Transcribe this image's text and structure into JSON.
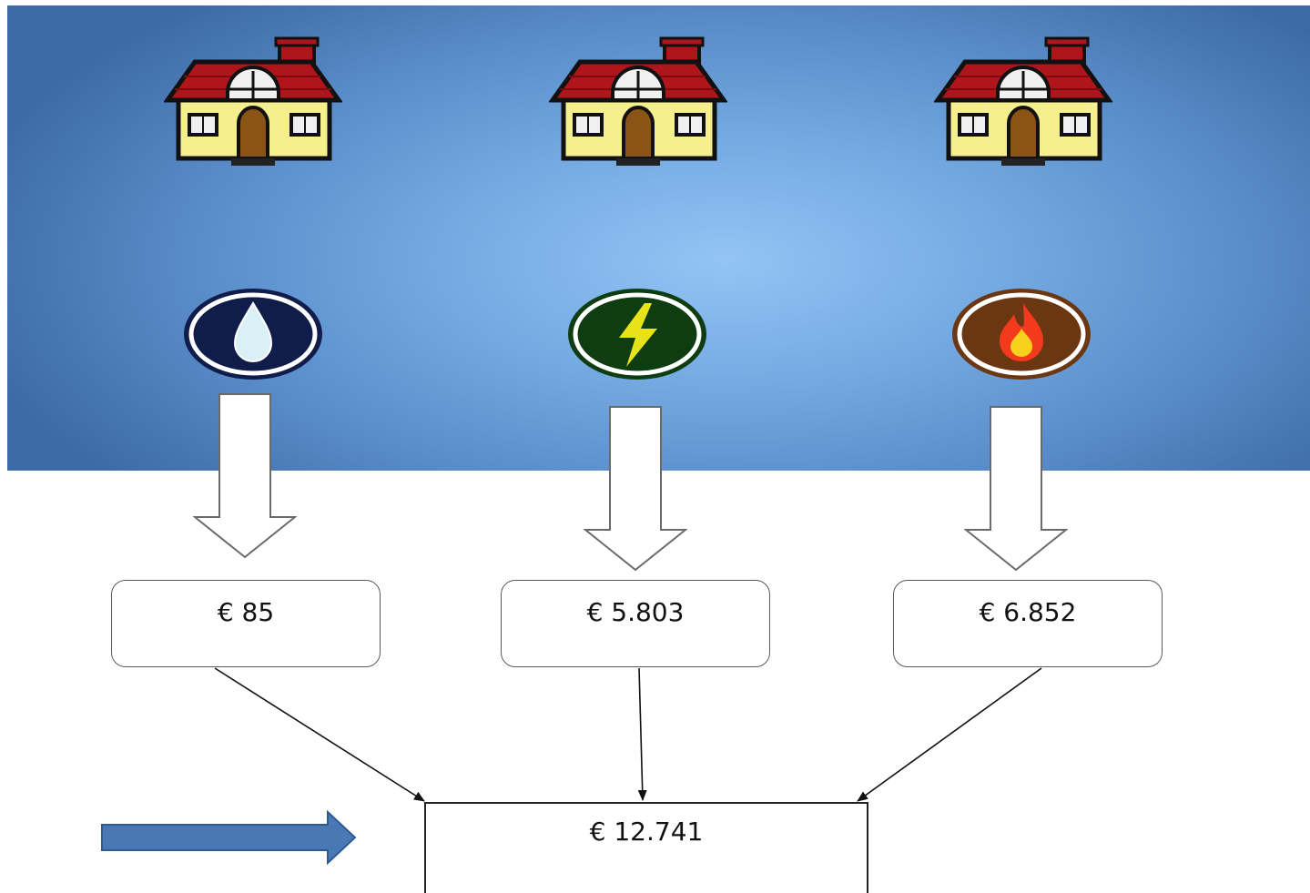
{
  "houses": [
    {
      "name": "house-icon"
    },
    {
      "name": "house-icon"
    },
    {
      "name": "house-icon"
    }
  ],
  "utilities": [
    {
      "icon": "water-drop-icon",
      "value": "€ 85",
      "ring_color": "#101c4a",
      "symbol_color": "#d8f0f6"
    },
    {
      "icon": "lightning-bolt-icon",
      "value": "€ 5.803",
      "ring_color": "#0d3d10",
      "symbol_color": "#e8e21a"
    },
    {
      "icon": "flame-icon",
      "value": "€ 6.852",
      "ring_color": "#6b3612",
      "symbol_color": "#f43a1c"
    }
  ],
  "total": {
    "value": "€ 12.741"
  },
  "colors": {
    "roof": "#b0151b",
    "wall": "#f6ef8e",
    "door": "#8a5416",
    "pointer_arrow": "#4a78b5"
  }
}
